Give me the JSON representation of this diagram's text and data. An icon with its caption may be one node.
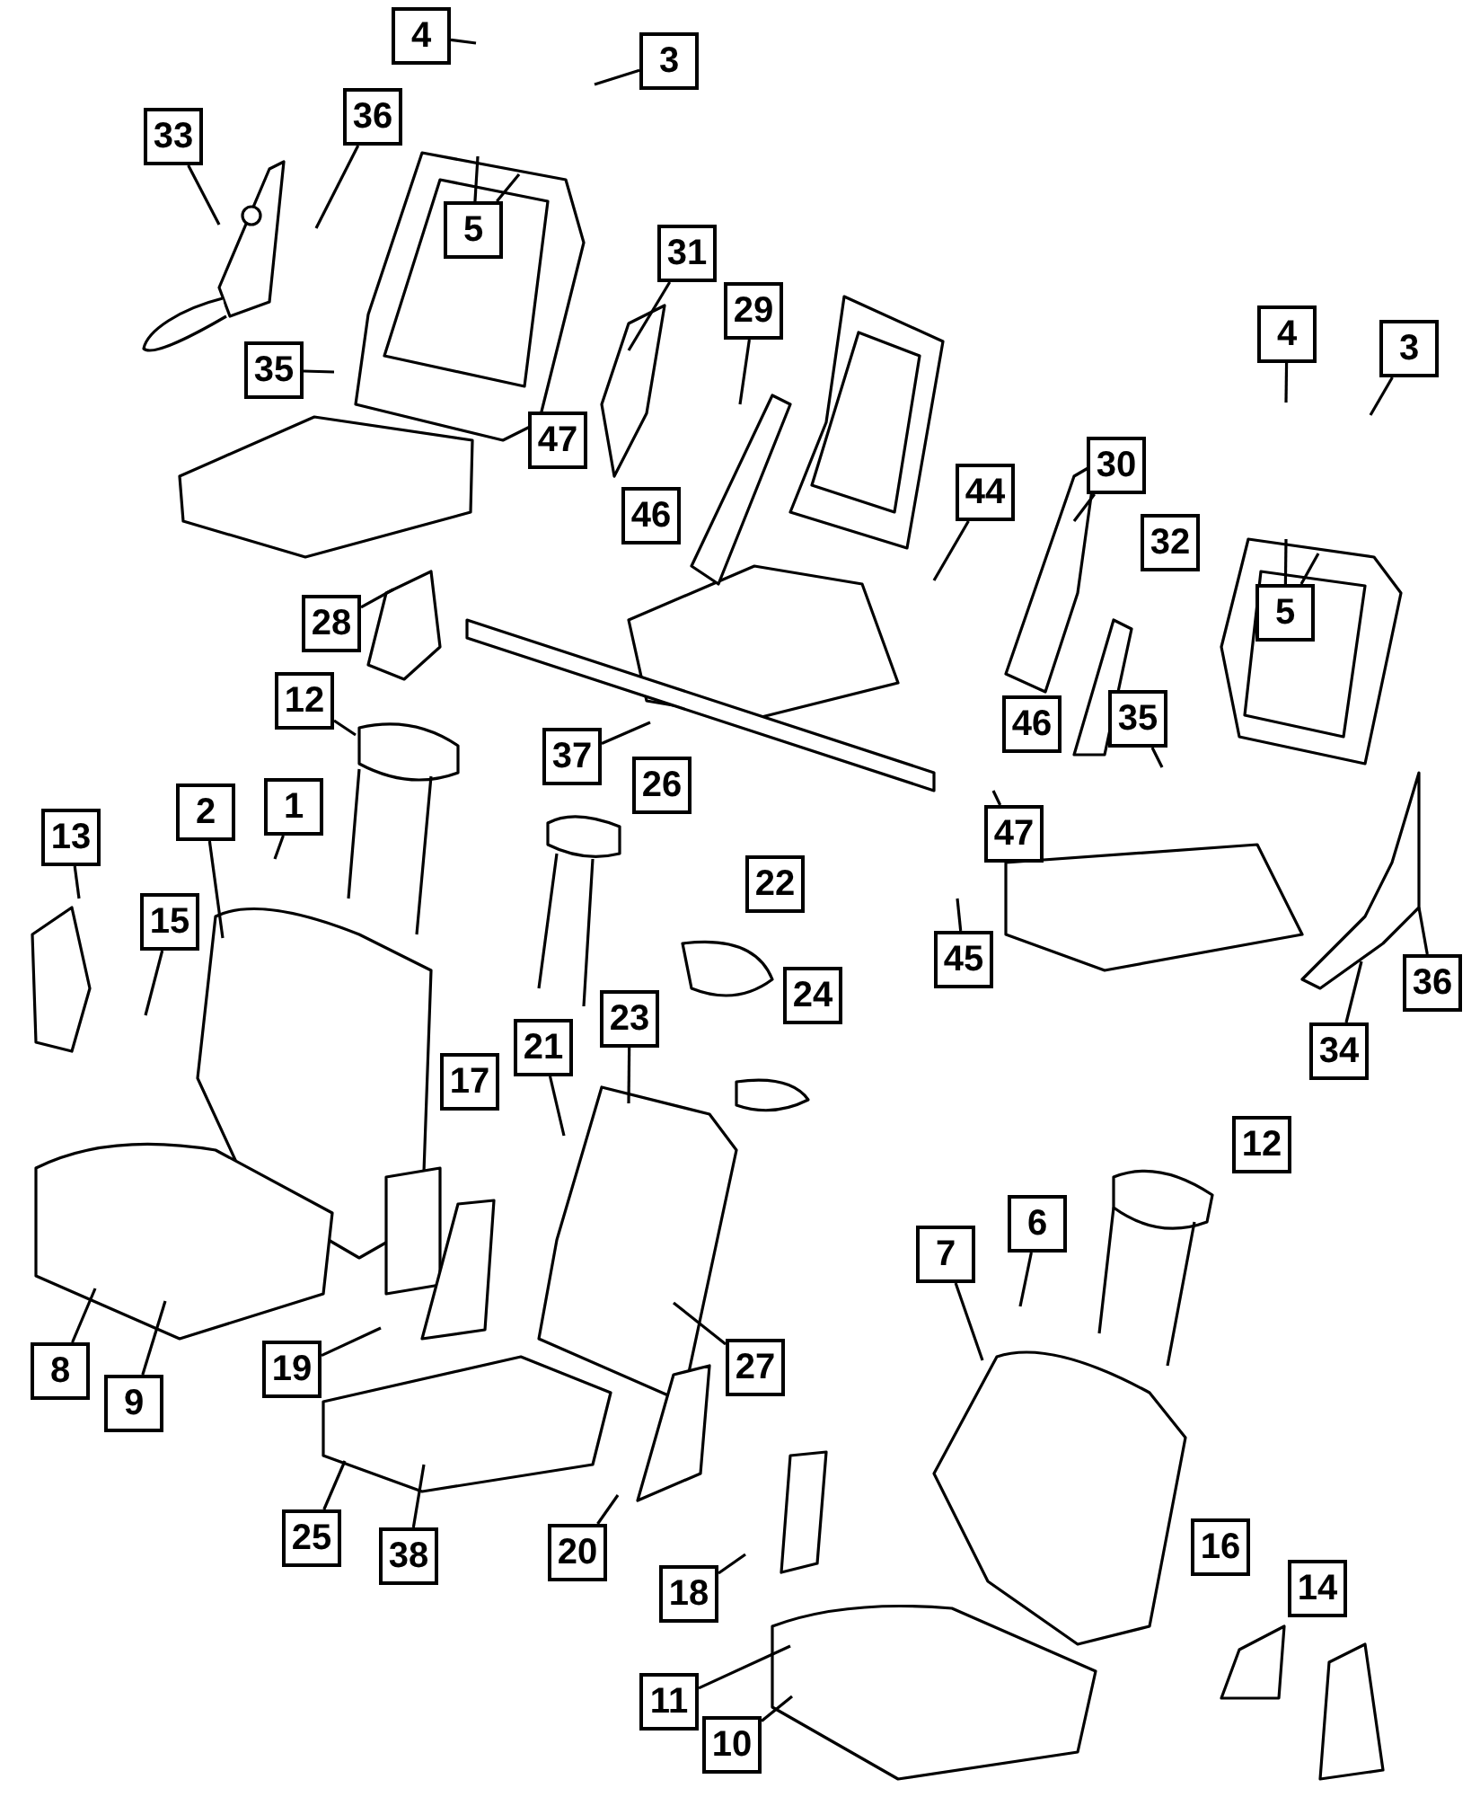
{
  "diagram": {
    "nodes": [
      {
        "text": [
          "4"
        ]
      },
      {
        "text": [
          "3"
        ]
      },
      {
        "text": [
          "33"
        ]
      },
      {
        "text": [
          "36"
        ]
      },
      {
        "text": [
          "5"
        ]
      },
      {
        "text": [
          "31"
        ]
      },
      {
        "text": [
          "29"
        ]
      },
      {
        "text": [
          "35"
        ]
      },
      {
        "text": [
          "4"
        ]
      },
      {
        "text": [
          "3"
        ]
      },
      {
        "text": [
          "47"
        ]
      },
      {
        "text": [
          "30"
        ]
      },
      {
        "text": [
          "46"
        ]
      },
      {
        "text": [
          "44"
        ]
      },
      {
        "text": [
          "32"
        ]
      },
      {
        "text": [
          "5"
        ]
      },
      {
        "text": [
          "28"
        ]
      },
      {
        "text": [
          "12"
        ]
      },
      {
        "text": [
          "35"
        ]
      },
      {
        "text": [
          "46"
        ]
      },
      {
        "text": [
          "37"
        ]
      },
      {
        "text": [
          "26"
        ]
      },
      {
        "text": [
          "47"
        ]
      },
      {
        "text": [
          "13"
        ]
      },
      {
        "text": [
          "2"
        ]
      },
      {
        "text": [
          "1"
        ]
      },
      {
        "text": [
          "22"
        ]
      },
      {
        "text": [
          "45"
        ]
      },
      {
        "text": [
          "36"
        ]
      },
      {
        "text": [
          "24"
        ]
      },
      {
        "text": [
          "34"
        ]
      },
      {
        "text": [
          "15"
        ]
      },
      {
        "text": [
          "23"
        ]
      },
      {
        "text": [
          "17"
        ]
      },
      {
        "text": [
          "21"
        ]
      },
      {
        "text": [
          "12"
        ]
      },
      {
        "text": [
          "6"
        ]
      },
      {
        "text": [
          "7"
        ]
      },
      {
        "text": [
          "27"
        ]
      },
      {
        "text": [
          "8"
        ]
      },
      {
        "text": [
          "9"
        ]
      },
      {
        "text": [
          "19"
        ]
      },
      {
        "text": [
          "25"
        ]
      },
      {
        "text": [
          "38"
        ]
      },
      {
        "text": [
          "20"
        ]
      },
      {
        "text": [
          "16"
        ]
      },
      {
        "text": [
          "18"
        ]
      },
      {
        "text": [
          "14"
        ]
      },
      {
        "text": [
          "11"
        ]
      },
      {
        "text": [
          "10"
        ]
      }
    ],
    "edges": [
      {
        "from": 0,
        "to": null,
        "arrow": "none"
      },
      {
        "from": 1,
        "to": null,
        "arrow": "none"
      },
      {
        "from": 2,
        "to": null,
        "arrow": "none"
      },
      {
        "from": 3,
        "to": null,
        "arrow": "none"
      },
      {
        "from": 4,
        "to": null,
        "arrow": "none"
      },
      {
        "from": 4,
        "to": null,
        "arrow": "none"
      },
      {
        "from": 5,
        "to": null,
        "arrow": "none"
      },
      {
        "from": 6,
        "to": null,
        "arrow": "none"
      },
      {
        "from": 7,
        "to": null,
        "arrow": "none"
      },
      {
        "from": 8,
        "to": null,
        "arrow": "none"
      },
      {
        "from": 9,
        "to": null,
        "arrow": "none"
      },
      {
        "from": 11,
        "to": null,
        "arrow": "none"
      },
      {
        "from": 13,
        "to": null,
        "arrow": "none"
      },
      {
        "from": 15,
        "to": null,
        "arrow": "none"
      },
      {
        "from": 15,
        "to": null,
        "arrow": "none"
      },
      {
        "from": 16,
        "to": null,
        "arrow": "none"
      },
      {
        "from": 17,
        "to": null,
        "arrow": "none"
      },
      {
        "from": 18,
        "to": null,
        "arrow": "none"
      },
      {
        "from": 20,
        "to": null,
        "arrow": "none"
      },
      {
        "from": 22,
        "to": null,
        "arrow": "none"
      },
      {
        "from": 23,
        "to": null,
        "arrow": "none"
      },
      {
        "from": 24,
        "to": null,
        "arrow": "none"
      },
      {
        "from": 25,
        "to": null,
        "arrow": "none"
      },
      {
        "from": 27,
        "to": null,
        "arrow": "none"
      },
      {
        "from": 28,
        "to": null,
        "arrow": "none"
      },
      {
        "from": 30,
        "to": null,
        "arrow": "none"
      },
      {
        "from": 31,
        "to": null,
        "arrow": "none"
      },
      {
        "from": 32,
        "to": null,
        "arrow": "none"
      },
      {
        "from": 34,
        "to": null,
        "arrow": "none"
      },
      {
        "from": 36,
        "to": null,
        "arrow": "none"
      },
      {
        "from": 37,
        "to": null,
        "arrow": "none"
      },
      {
        "from": 38,
        "to": null,
        "arrow": "none"
      },
      {
        "from": 39,
        "to": null,
        "arrow": "none"
      },
      {
        "from": 40,
        "to": null,
        "arrow": "none"
      },
      {
        "from": 41,
        "to": null,
        "arrow": "none"
      },
      {
        "from": 42,
        "to": null,
        "arrow": "none"
      },
      {
        "from": 43,
        "to": null,
        "arrow": "none"
      },
      {
        "from": 44,
        "to": null,
        "arrow": "none"
      },
      {
        "from": 46,
        "to": null,
        "arrow": "none"
      },
      {
        "from": 48,
        "to": null,
        "arrow": "none"
      },
      {
        "from": 49,
        "to": null,
        "arrow": "none"
      }
    ]
  }
}
